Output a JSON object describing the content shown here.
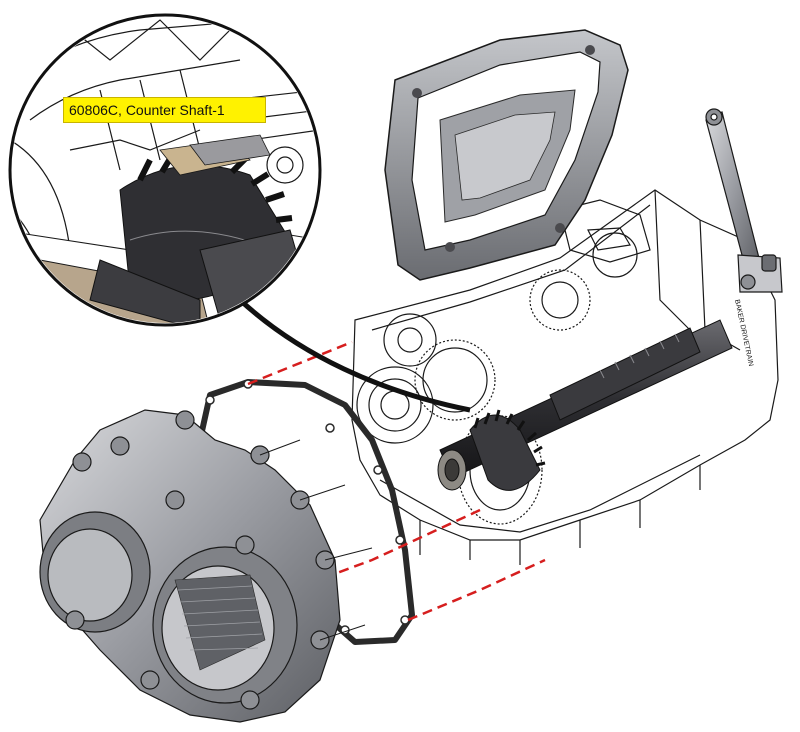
{
  "callout": {
    "label": "60806C, Counter Shaft-1",
    "highlight_color": "#fff200"
  },
  "colors": {
    "line_art": "#1a1a1a",
    "cast_metal": "#9a9ca2",
    "dark_metal": "#3c3c40",
    "gasket": "#2a2a2a",
    "dashed_guide": "#d61e1e"
  },
  "guides": {
    "style": "dashed",
    "count": 3
  },
  "parts": [
    "top-cover-icon",
    "shift-lever-icon",
    "transmission-case-icon",
    "counter-shaft-icon",
    "gasket-icon",
    "end-cover-icon",
    "magnifier-icon"
  ]
}
